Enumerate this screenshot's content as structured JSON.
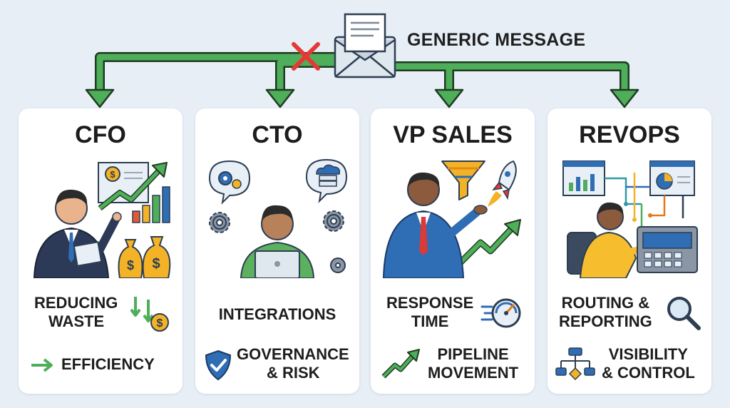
{
  "header": {
    "label": "GENERIC MESSAGE",
    "icons": [
      "envelope-icon",
      "x-mark-icon"
    ]
  },
  "colors": {
    "arrow_green": "#4fae5a",
    "arrow_outline": "#1f3b22",
    "x_red": "#e53935",
    "suit_navy": "#2c3a57",
    "suit_blue": "#2f6db4",
    "shirt_green": "#5cb15f",
    "shirt_yellow": "#f6bd2f",
    "gold": "#f4b227",
    "background": "#e7eef5"
  },
  "cards": [
    {
      "id": "cfo",
      "title": "CFO",
      "illustration_icons": [
        "businessman-icon",
        "growth-chart-icon",
        "money-bag-icon"
      ],
      "items": [
        {
          "text": [
            "REDUCING",
            "WASTE"
          ],
          "icon": "down-arrows-coin-icon"
        },
        {
          "text": [
            "EFFICIENCY"
          ],
          "icon": "right-arrow-icon"
        }
      ]
    },
    {
      "id": "cto",
      "title": "CTO",
      "illustration_icons": [
        "developer-laptop-icon",
        "gears-icon",
        "cloud-server-icon"
      ],
      "items": [
        {
          "text": [
            "INTEGRATIONS"
          ],
          "icon": ""
        },
        {
          "text": [
            "GOVERNANCE",
            "& RISK"
          ],
          "icon": "shield-check-icon"
        }
      ]
    },
    {
      "id": "vp-sales",
      "title": "VP SALES",
      "illustration_icons": [
        "salesman-icon",
        "funnel-icon",
        "rocket-icon",
        "trend-up-icon"
      ],
      "items": [
        {
          "text": [
            "RESPONSE",
            "TIME"
          ],
          "icon": "speedometer-icon"
        },
        {
          "text": [
            "PIPELINE",
            "MOVEMENT"
          ],
          "icon": "trend-up-icon"
        }
      ]
    },
    {
      "id": "revops",
      "title": "REVOPS",
      "illustration_icons": [
        "operator-console-icon",
        "dashboard-icon",
        "routing-lines-icon"
      ],
      "items": [
        {
          "text": [
            "ROUTING &",
            "REPORTING"
          ],
          "icon": "magnifier-icon"
        },
        {
          "text": [
            "VISIBILITY",
            "& CONTROL"
          ],
          "icon": "flowchart-icon"
        }
      ]
    }
  ]
}
